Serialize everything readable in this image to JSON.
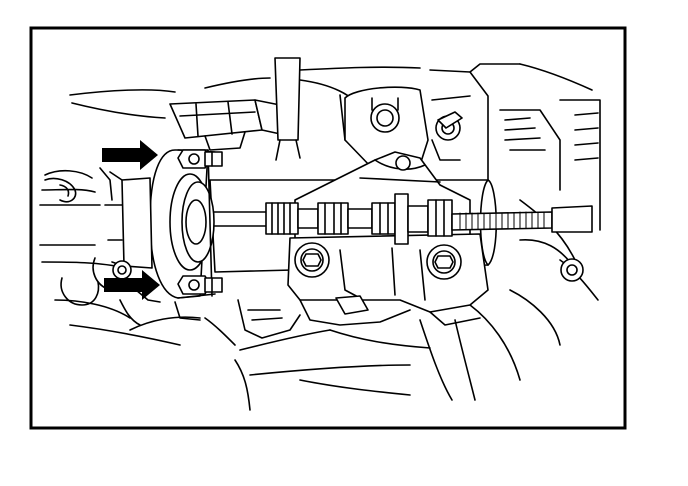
{
  "figure": {
    "subject": "steering-column-shaft-assembly",
    "arrows": [
      {
        "id": "upper",
        "direction": "right",
        "color": "#000000"
      },
      {
        "id": "lower",
        "direction": "right",
        "color": "#000000"
      }
    ],
    "colors": {
      "line": "#000000",
      "background": "#ffffff",
      "frame": "#000000"
    }
  }
}
